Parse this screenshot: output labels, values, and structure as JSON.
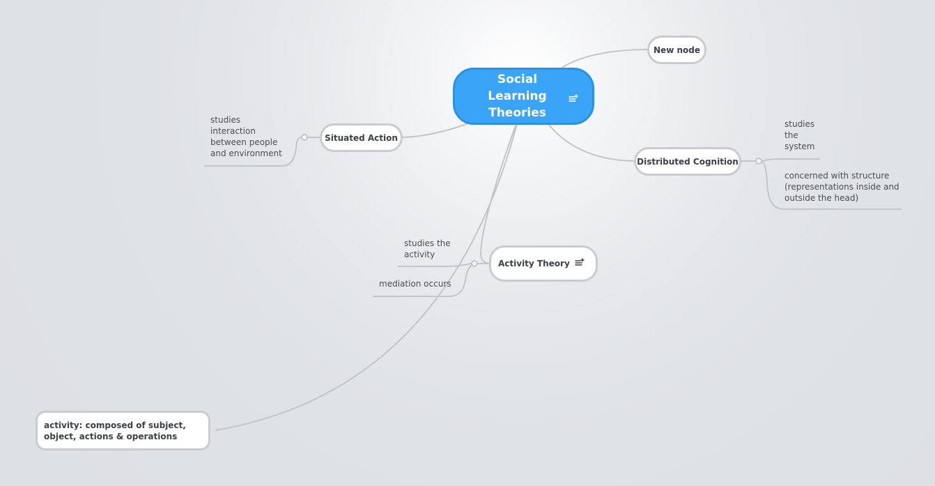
{
  "map": {
    "central": {
      "title": "Social Learning Theories",
      "icon": "note-add-icon"
    },
    "nodes": {
      "new_node": {
        "title": "New node"
      },
      "situated_action": {
        "title": "Situated Action",
        "notes": [
          "studies\ninteraction\nbetween people\nand environment"
        ]
      },
      "distributed_cognition": {
        "title": "Distributed Cognition",
        "notes": [
          "studies\nthe\nsystem",
          "concerned with structure\n(representations inside and\noutside the head)"
        ]
      },
      "activity_theory": {
        "title": "Activity Theory",
        "icon": "note-add-icon",
        "notes": [
          "studies the\nactivity",
          "mediation occurs"
        ]
      },
      "activity_detail": {
        "title": "activity: composed of subject, object, actions & operations"
      }
    }
  },
  "colors": {
    "central_fill": "#3aa5f8",
    "central_border": "#2892e6",
    "node_border": "#c9cbcf",
    "connector": "#c3c5c9",
    "text": "#3c4048"
  }
}
